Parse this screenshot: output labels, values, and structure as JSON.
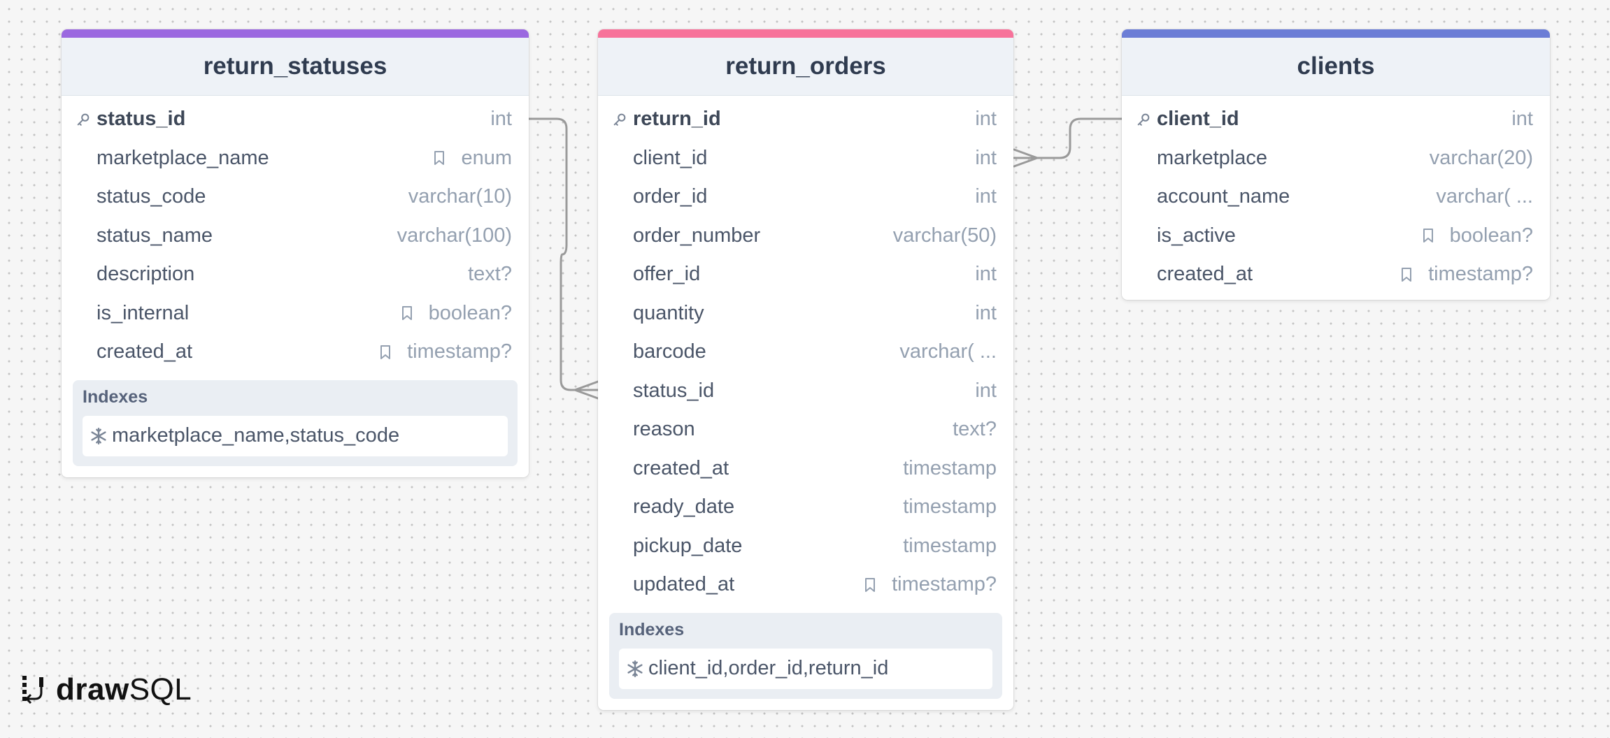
{
  "tables": [
    {
      "name": "return_statuses",
      "accent": "#9b68e0",
      "columns": [
        {
          "name": "status_id",
          "type": "int",
          "pk": true,
          "note": false
        },
        {
          "name": "marketplace_name",
          "type": "enum",
          "pk": false,
          "note": true
        },
        {
          "name": "status_code",
          "type": "varchar(10)",
          "pk": false,
          "note": false
        },
        {
          "name": "status_name",
          "type": "varchar(100)",
          "pk": false,
          "note": false
        },
        {
          "name": "description",
          "type": "text?",
          "pk": false,
          "note": false
        },
        {
          "name": "is_internal",
          "type": "boolean?",
          "pk": false,
          "note": true
        },
        {
          "name": "created_at",
          "type": "timestamp?",
          "pk": false,
          "note": true
        }
      ],
      "indexes_title": "Indexes",
      "indexes": [
        "marketplace_name,status_code"
      ]
    },
    {
      "name": "return_orders",
      "accent": "#f7729a",
      "columns": [
        {
          "name": "return_id",
          "type": "int",
          "pk": true,
          "note": false
        },
        {
          "name": "client_id",
          "type": "int",
          "pk": false,
          "note": false
        },
        {
          "name": "order_id",
          "type": "int",
          "pk": false,
          "note": false
        },
        {
          "name": "order_number",
          "type": "varchar(50)",
          "pk": false,
          "note": false
        },
        {
          "name": "offer_id",
          "type": "int",
          "pk": false,
          "note": false
        },
        {
          "name": "quantity",
          "type": "int",
          "pk": false,
          "note": false
        },
        {
          "name": "barcode",
          "type": "varchar( ...",
          "pk": false,
          "note": false
        },
        {
          "name": "status_id",
          "type": "int",
          "pk": false,
          "note": false
        },
        {
          "name": "reason",
          "type": "text?",
          "pk": false,
          "note": false
        },
        {
          "name": "created_at",
          "type": "timestamp",
          "pk": false,
          "note": false
        },
        {
          "name": "ready_date",
          "type": "timestamp",
          "pk": false,
          "note": false
        },
        {
          "name": "pickup_date",
          "type": "timestamp",
          "pk": false,
          "note": false
        },
        {
          "name": "updated_at",
          "type": "timestamp?",
          "pk": false,
          "note": true
        }
      ],
      "indexes_title": "Indexes",
      "indexes": [
        "client_id,order_id,return_id"
      ]
    },
    {
      "name": "clients",
      "accent": "#6b7dd6",
      "columns": [
        {
          "name": "client_id",
          "type": "int",
          "pk": true,
          "note": false
        },
        {
          "name": "marketplace",
          "type": "varchar(20)",
          "pk": false,
          "note": false
        },
        {
          "name": "account_name",
          "type": "varchar( ...",
          "pk": false,
          "note": false
        },
        {
          "name": "is_active",
          "type": "boolean?",
          "pk": false,
          "note": true
        },
        {
          "name": "created_at",
          "type": "timestamp?",
          "pk": false,
          "note": true
        }
      ],
      "indexes_title": "",
      "indexes": []
    }
  ],
  "relationships": [
    {
      "from": "return_statuses.status_id",
      "to": "return_orders.status_id",
      "cardinality": "one-to-many"
    },
    {
      "from": "clients.client_id",
      "to": "return_orders.client_id",
      "cardinality": "one-to-many"
    }
  ],
  "logo": {
    "bold": "draw",
    "light": "SQL"
  },
  "colors": {
    "connector": "#9a9a9a",
    "text": "#4a5568",
    "type": "#94a0b0"
  }
}
